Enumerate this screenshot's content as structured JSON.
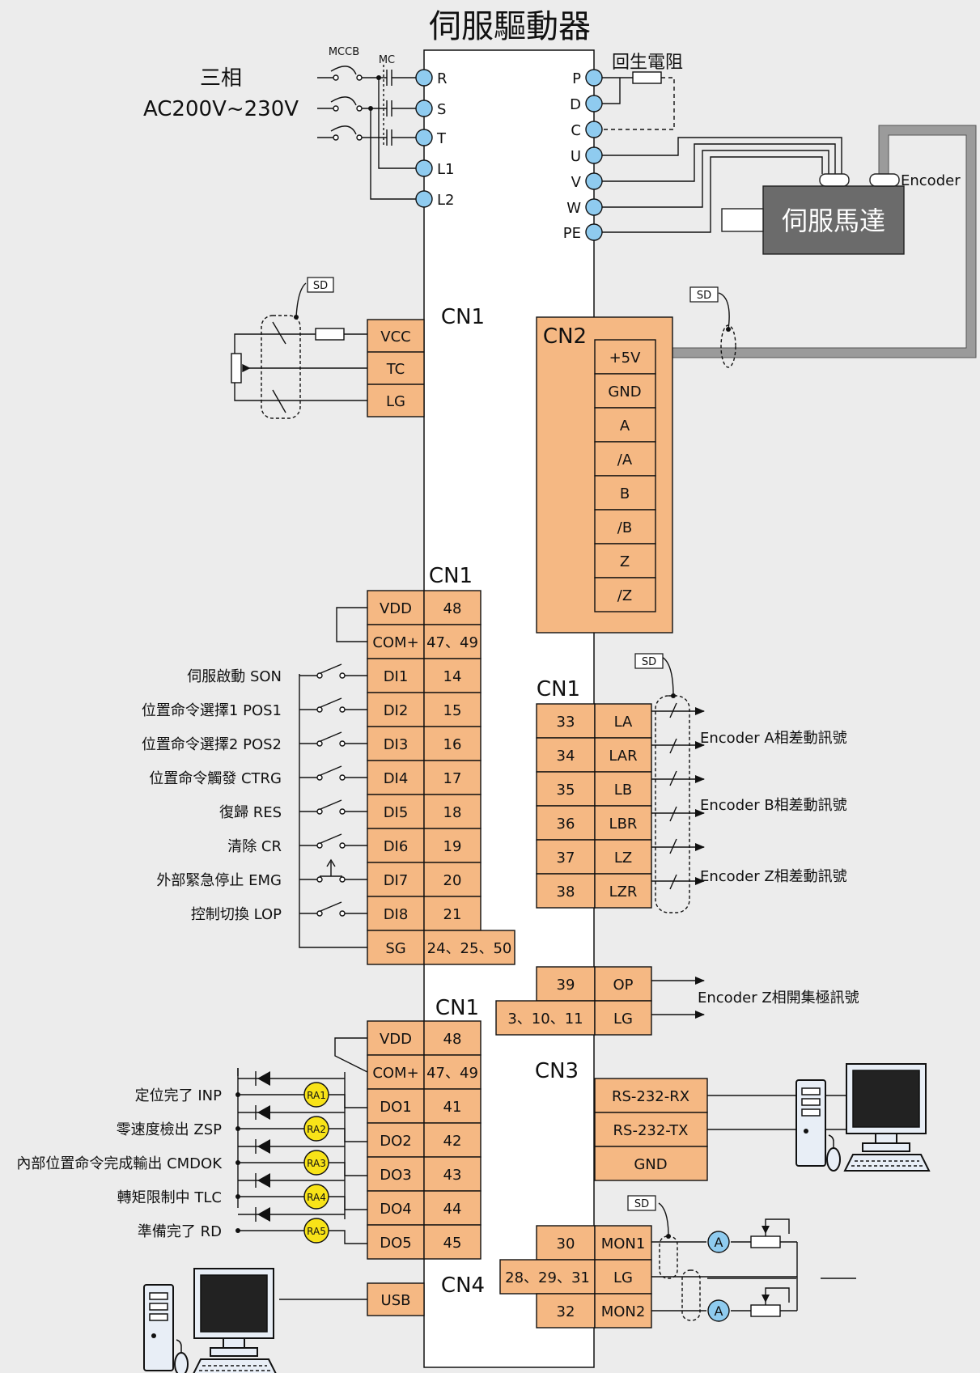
{
  "title": "伺服驅動器",
  "power": {
    "phase_label": "三相",
    "voltage_label": "AC200V~230V",
    "mccb_label": "MCCB",
    "mc_label": "MC",
    "terminals_left": [
      "R",
      "S",
      "T",
      "L1",
      "L2"
    ],
    "terminals_right": [
      "P",
      "D",
      "C",
      "U",
      "V",
      "W",
      "PE"
    ],
    "regen_resistor_label": "回生電阻"
  },
  "motor": {
    "label": "伺服馬達",
    "encoder_label": "Encoder"
  },
  "shield_label": "SD",
  "cn1_analog": {
    "connector": "CN1",
    "pins": [
      "VCC",
      "TC",
      "LG"
    ]
  },
  "cn2": {
    "connector": "CN2",
    "pins": [
      "+5V",
      "GND",
      "A",
      "/A",
      "B",
      "/B",
      "Z",
      "/Z"
    ]
  },
  "cn1_di": {
    "connector": "CN1",
    "rows": [
      {
        "pin": "VDD",
        "num": "48",
        "desc": ""
      },
      {
        "pin": "COM+",
        "num": "47、49",
        "desc": ""
      },
      {
        "pin": "DI1",
        "num": "14",
        "desc": "伺服啟動 SON"
      },
      {
        "pin": "DI2",
        "num": "15",
        "desc": "位置命令選擇1 POS1"
      },
      {
        "pin": "DI3",
        "num": "16",
        "desc": "位置命令選擇2 POS2"
      },
      {
        "pin": "DI4",
        "num": "17",
        "desc": "位置命令觸發 CTRG"
      },
      {
        "pin": "DI5",
        "num": "18",
        "desc": "復歸  RES"
      },
      {
        "pin": "DI6",
        "num": "19",
        "desc": "清除  CR"
      },
      {
        "pin": "DI7",
        "num": "20",
        "desc": "外部緊急停止 EMG"
      },
      {
        "pin": "DI8",
        "num": "21",
        "desc": "控制切換  LOP"
      },
      {
        "pin": "SG",
        "num": "24、25、50",
        "desc": ""
      }
    ]
  },
  "cn1_enc": {
    "connector": "CN1",
    "rows": [
      {
        "num": "33",
        "pin": "LA"
      },
      {
        "num": "34",
        "pin": "LAR"
      },
      {
        "num": "35",
        "pin": "LB"
      },
      {
        "num": "36",
        "pin": "LBR"
      },
      {
        "num": "37",
        "pin": "LZ"
      },
      {
        "num": "38",
        "pin": "LZR"
      }
    ],
    "signals": [
      "Encoder A相差動訊號",
      "Encoder B相差動訊號",
      "Encoder Z相差動訊號"
    ]
  },
  "cn1_op": {
    "rows": [
      {
        "num": "39",
        "pin": "OP"
      },
      {
        "num": "3、10、11",
        "pin": "LG"
      }
    ],
    "signal": "Encoder Z相開集極訊號"
  },
  "cn1_do": {
    "connector": "CN1",
    "rows": [
      {
        "pin": "VDD",
        "num": "48",
        "relay": "",
        "desc": ""
      },
      {
        "pin": "COM+",
        "num": "47、49",
        "relay": "",
        "desc": ""
      },
      {
        "pin": "DO1",
        "num": "41",
        "relay": "RA1",
        "desc": "定位完了  INP"
      },
      {
        "pin": "DO2",
        "num": "42",
        "relay": "RA2",
        "desc": "零速度檢出  ZSP"
      },
      {
        "pin": "DO3",
        "num": "43",
        "relay": "RA3",
        "desc": "內部位置命令完成輸出 CMDOK"
      },
      {
        "pin": "DO4",
        "num": "44",
        "relay": "RA4",
        "desc": "轉矩限制中  TLC"
      },
      {
        "pin": "DO5",
        "num": "45",
        "relay": "RA5",
        "desc": "準備完了  RD"
      }
    ]
  },
  "cn3": {
    "connector": "CN3",
    "pins": [
      "RS-232-RX",
      "RS-232-TX",
      "GND"
    ]
  },
  "cn4": {
    "connector": "CN4",
    "pin": "USB"
  },
  "mon": {
    "rows": [
      {
        "num": "30",
        "pin": "MON1"
      },
      {
        "num": "28、29、31",
        "pin": "LG"
      },
      {
        "num": "32",
        "pin": "MON2"
      }
    ],
    "meter_label": "A"
  },
  "colors": {
    "background": "#ececec",
    "pin_fill": "#f5b883",
    "terminal_fill": "#8fcbef",
    "relay_fill": "#f8e318",
    "motor_fill": "#6b6b6b",
    "cable_fill": "#9b9b9b"
  }
}
